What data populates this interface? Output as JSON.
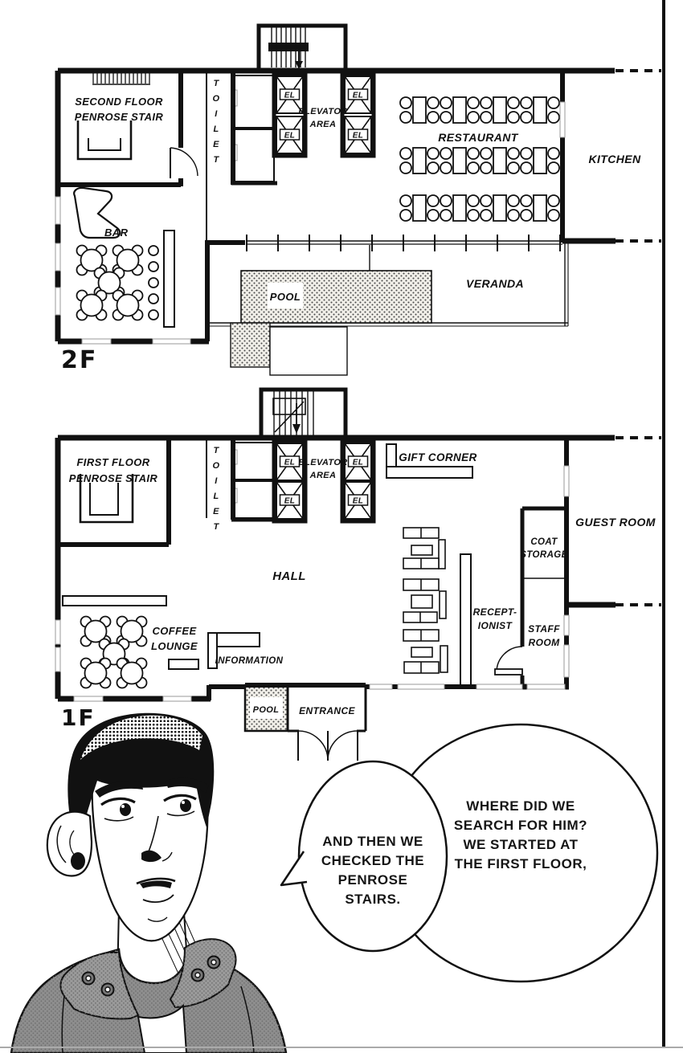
{
  "colors": {
    "ink": "#111111",
    "paper": "#ffffff",
    "window_gray": "#999999",
    "jacket_gray": "#8e8e8e"
  },
  "shared": {
    "el_label": "EL",
    "toilet_letters": [
      "T",
      "O",
      "I",
      "L",
      "E",
      "T"
    ],
    "elevator_line1": "ELEVATOR",
    "elevator_line2": "AREA",
    "pool_label": "POOL"
  },
  "floor2": {
    "floor_label": "2F",
    "penrose_line1": "SECOND FLOOR",
    "penrose_line2": "PENROSE STAIR",
    "restaurant": "RESTAURANT",
    "kitchen": "KITCHEN",
    "bar": "BAR",
    "veranda": "VERANDA"
  },
  "floor1": {
    "floor_label": "1F",
    "penrose_line1": "FIRST FLOOR",
    "penrose_line2": "PENROSE STAIR",
    "gift_corner": "GIFT CORNER",
    "guest_room": "GUEST ROOM",
    "coat_line1": "COAT",
    "coat_line2": "STORAGE",
    "hall": "HALL",
    "recept_line1": "RECEPT-",
    "recept_line2": "IONIST",
    "staff_line1": "STAFF",
    "staff_line2": "ROOM",
    "coffee_line1": "COFFEE",
    "coffee_line2": "LOUNGE",
    "information": "INFORMATION",
    "entrance": "ENTRANCE"
  },
  "speech": {
    "right_lines": [
      "WHERE DID WE",
      "SEARCH FOR HIM?",
      "WE STARTED AT",
      "THE FIRST FLOOR,"
    ],
    "left_lines": [
      "AND THEN WE",
      "CHECKED THE",
      "PENROSE",
      "STAIRS."
    ]
  }
}
